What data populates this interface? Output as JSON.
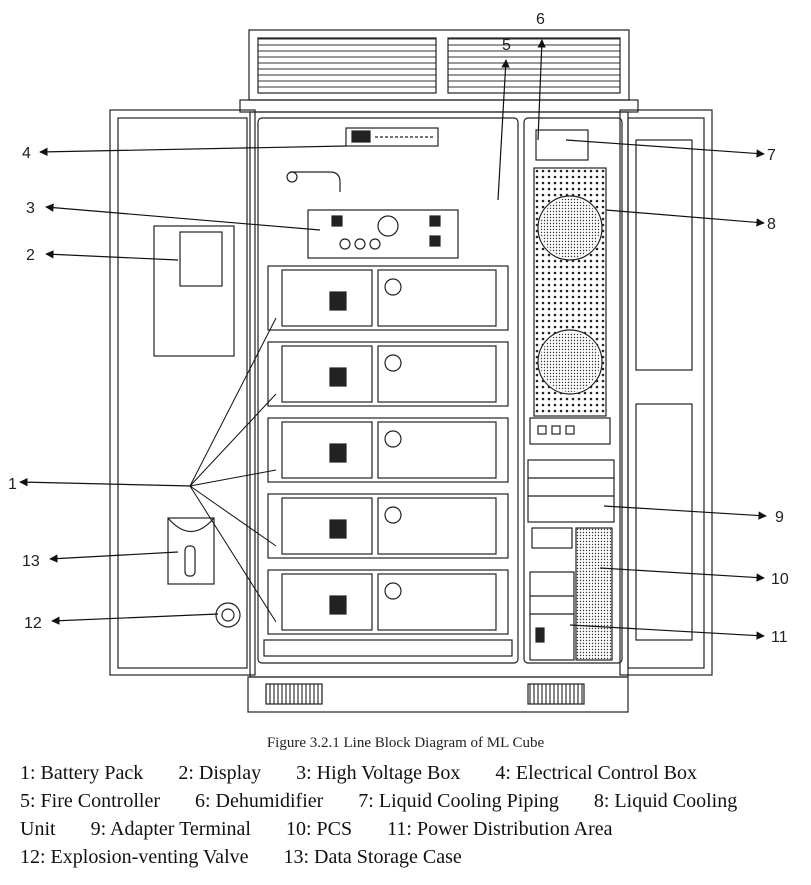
{
  "caption": "Figure 3.2.1 Line Block Diagram of ML Cube",
  "callouts": [
    {
      "num": "1",
      "label": "Battery Pack"
    },
    {
      "num": "2",
      "label": "Display"
    },
    {
      "num": "3",
      "label": "High Voltage Box"
    },
    {
      "num": "4",
      "label": "Electrical Control Box"
    },
    {
      "num": "5",
      "label": "Fire Controller"
    },
    {
      "num": "6",
      "label": "Dehumidifier"
    },
    {
      "num": "7",
      "label": "Liquid Cooling Piping"
    },
    {
      "num": "8",
      "label": "Liquid Cooling Unit"
    },
    {
      "num": "9",
      "label": "Adapter Terminal"
    },
    {
      "num": "10",
      "label": "PCS"
    },
    {
      "num": "11",
      "label": "Power Distribution Area"
    },
    {
      "num": "12",
      "label": "Explosion-venting Valve"
    },
    {
      "num": "13",
      "label": "Data Storage Case"
    }
  ],
  "legend_lines": [
    [
      "1: Battery Pack",
      "2: Display",
      "3: High Voltage Box",
      "4: Electrical Control Box"
    ],
    [
      "5: Fire Controller",
      "6: Dehumidifier",
      "7: Liquid Cooling Piping",
      "8: Liquid Cooling Unit",
      "9: Adapter Terminal",
      "10: PCS",
      "11: Power Distribution Area"
    ],
    [
      "12: Explosion-venting Valve",
      "13: Data Storage Case"
    ]
  ],
  "legend": {
    "l1": "1: Battery Pack",
    "l2": "2: Display",
    "l3": "3: High Voltage Box",
    "l4": "4: Electrical Control Box",
    "l5": "5: Fire Controller",
    "l6": "6: Dehumidifier",
    "l7": "7: Liquid Cooling Piping",
    "l8": "8: Liquid Cooling Unit",
    "l9": "9: Adapter Terminal",
    "l10": "10: PCS",
    "l11": "11: Power Distribution Area",
    "l12": "12: Explosion-venting Valve",
    "l13": "13: Data Storage Case"
  }
}
